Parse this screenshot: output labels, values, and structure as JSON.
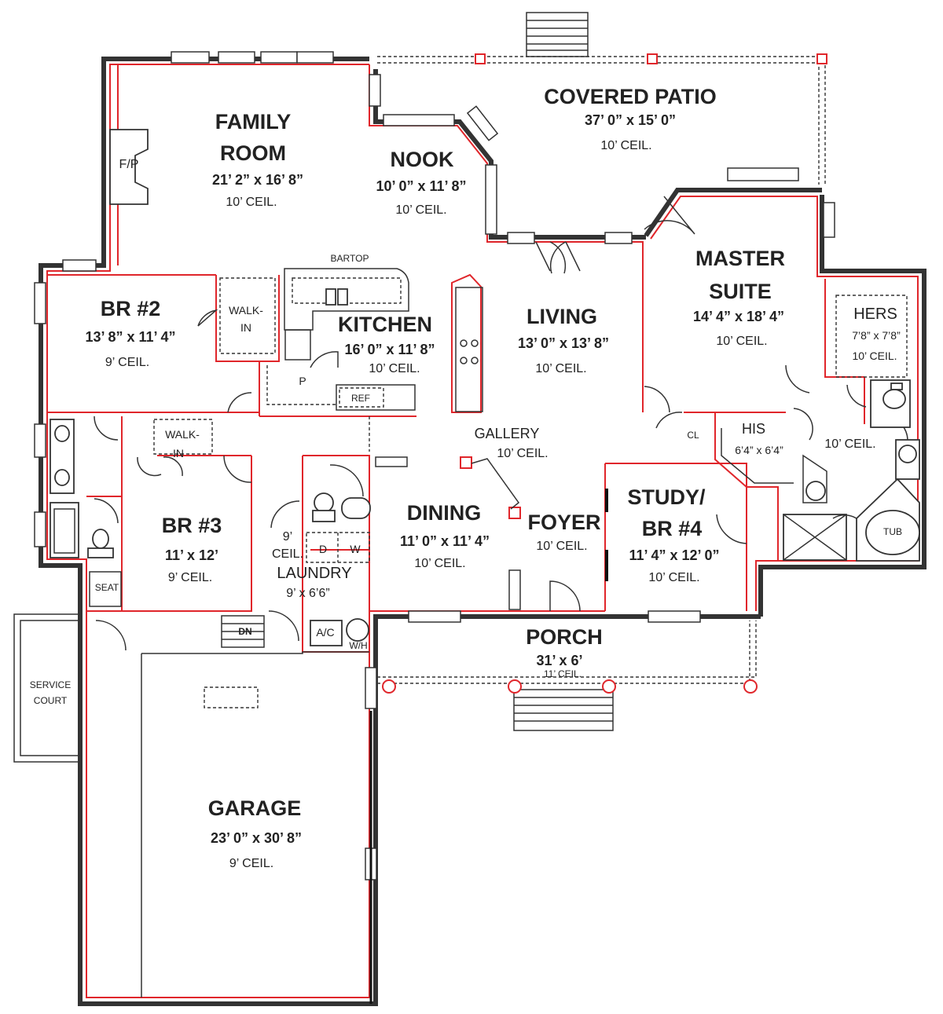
{
  "rooms": {
    "covered_patio": {
      "name": "COVERED PATIO",
      "dim": "37’ 0” x 15’ 0”",
      "ceil": "10’ CEIL."
    },
    "family_room": {
      "name1": "FAMILY",
      "name2": "ROOM",
      "dim": "21’ 2” x 16’ 8”",
      "ceil": "10’ CEIL."
    },
    "nook": {
      "name": "NOOK",
      "dim": "10’ 0” x 11’ 8”",
      "ceil": "10’ CEIL."
    },
    "master_suite": {
      "name1": "MASTER",
      "name2": "SUITE",
      "dim": "14’ 4” x 18’ 4”",
      "ceil": "10’ CEIL."
    },
    "br2": {
      "name": "BR #2",
      "dim": "13’ 8” x 11’ 4”",
      "ceil": "9’ CEIL."
    },
    "kitchen": {
      "name": "KITCHEN",
      "dim": "16’ 0” x 11’ 8”",
      "ceil": "10’ CEIL."
    },
    "living": {
      "name": "LIVING",
      "dim": "13’ 0” x 13’ 8”",
      "ceil": "10’ CEIL."
    },
    "hers": {
      "name": "HERS",
      "dim": "7’8” x 7’8”",
      "ceil": "10’ CEIL."
    },
    "gallery": {
      "name": "GALLERY",
      "ceil": "10’ CEIL."
    },
    "his": {
      "name": "HIS",
      "dim": "6’4” x 6’4”"
    },
    "master_bath": {
      "ceil": "10’ CEIL."
    },
    "br3": {
      "name": "BR #3",
      "dim": "11’ x 12’",
      "ceil": "9’ CEIL."
    },
    "dining": {
      "name": "DINING",
      "dim": "11’ 0” x 11’ 4”",
      "ceil": "10’ CEIL."
    },
    "foyer": {
      "name": "FOYER",
      "ceil": "10’ CEIL."
    },
    "study": {
      "name1": "STUDY/",
      "name2": "BR #4",
      "dim": "11’ 4” x 12’ 0”",
      "ceil": "10’ CEIL."
    },
    "laundry": {
      "ceil1": "9’",
      "ceil2": "CEIL.",
      "name": "LAUNDRY",
      "dim": "9’ x 6’6”"
    },
    "porch": {
      "name": "PORCH",
      "dim": "31’ x 6’",
      "ceil": "11’ CEIL."
    },
    "garage": {
      "name": "GARAGE",
      "dim": "23’ 0” x 30’ 8”",
      "ceil": "9’ CEIL."
    }
  },
  "fixtures": {
    "fp": "F/P",
    "bartop": "BARTOP",
    "walk_in_1": "WALK-",
    "walk_in_2": "IN",
    "pantry": "P",
    "ref": "REF",
    "closet": "CL",
    "tub": "TUB",
    "seat": "SEAT",
    "dryer": "D",
    "washer": "W",
    "ac": "A/C",
    "water_heater": "W/H",
    "stair_label": "DN",
    "service_court_1": "SERVICE",
    "service_court_2": "COURT"
  }
}
